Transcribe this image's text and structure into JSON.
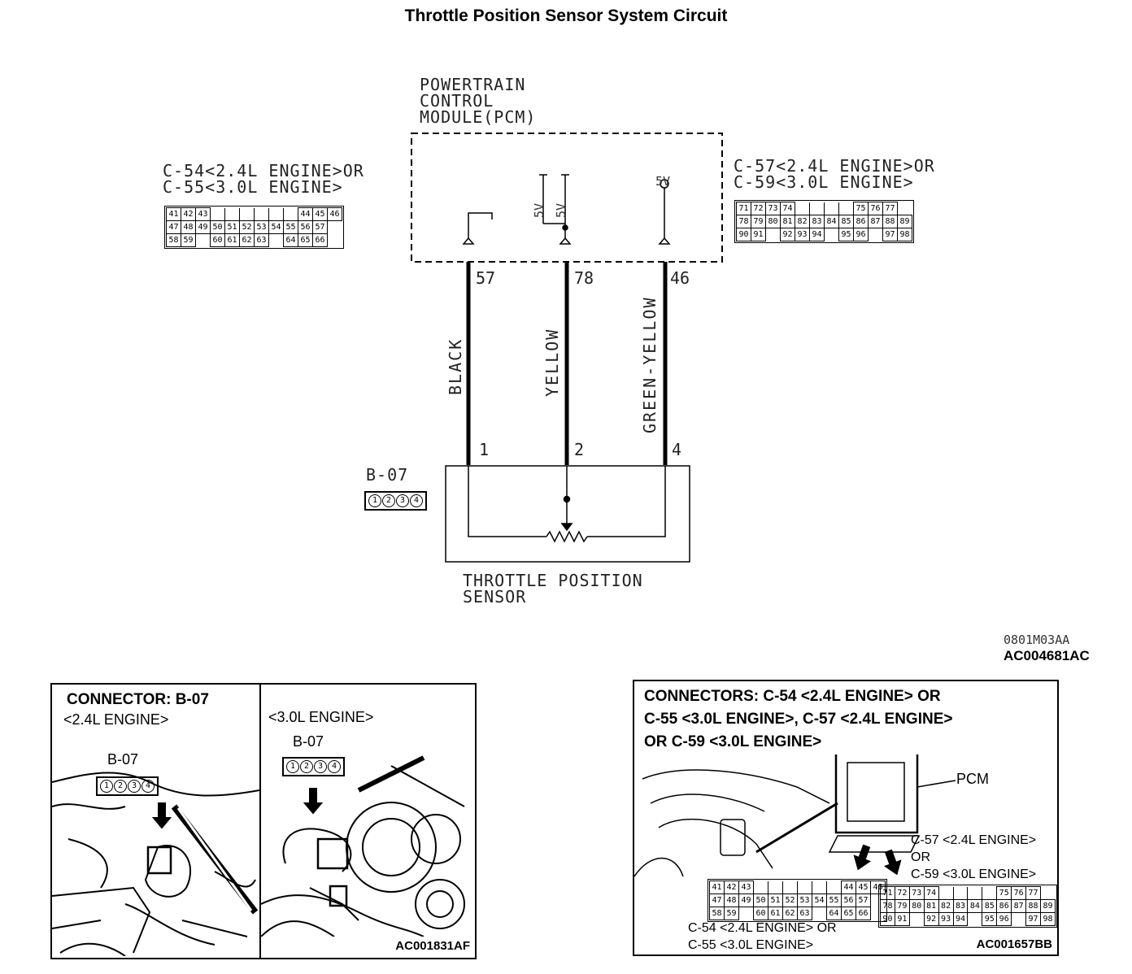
{
  "title": "Throttle Position Sensor System Circuit",
  "pcm": {
    "line1": "POWERTRAIN",
    "line2": "CONTROL",
    "line3": "MODULE(PCM)",
    "sym1": "5V",
    "sym2": "5V",
    "sym3": "5V"
  },
  "left_connector": {
    "line1": "C-54<2.4L ENGINE>OR",
    "line2": "C-55<3.0L ENGINE>"
  },
  "right_connector": {
    "line1": "C-57<2.4L ENGINE>OR",
    "line2": "C-59<3.0L ENGINE>"
  },
  "left_grid": [
    [
      "41",
      "42",
      "43",
      "",
      "",
      "",
      "",
      "",
      "",
      "44",
      "45",
      "46"
    ],
    [
      "47",
      "48",
      "49",
      "50",
      "51",
      "52",
      "53",
      "54",
      "55",
      "56",
      "57"
    ],
    [
      "58",
      "59",
      "",
      "60",
      "61",
      "62",
      "63",
      "",
      "64",
      "65",
      "66"
    ]
  ],
  "right_grid": [
    [
      "71",
      "72",
      "73",
      "74",
      "",
      "",
      "",
      "",
      "75",
      "76",
      "77"
    ],
    [
      "78",
      "79",
      "80",
      "81",
      "82",
      "83",
      "84",
      "85",
      "86",
      "87",
      "88",
      "89"
    ],
    [
      "90",
      "91",
      "",
      "92",
      "93",
      "94",
      "",
      "95",
      "96",
      "",
      "97",
      "98"
    ]
  ],
  "pins": {
    "pcm_a": "57",
    "pcm_b": "78",
    "pcm_c": "46",
    "sensor_a": "1",
    "sensor_b": "2",
    "sensor_c": "4"
  },
  "wires": {
    "a": "BLACK",
    "b": "YELLOW",
    "c": "GREEN-YELLOW"
  },
  "sensor": {
    "connector": "B-07",
    "line1": "THROTTLE POSITION",
    "line2": "SENSOR",
    "pins": [
      "1",
      "2",
      "3",
      "4"
    ]
  },
  "codes": {
    "c1": "0801M03AA",
    "c2": "AC004681AC"
  },
  "panel_left": {
    "title": "CONNECTOR: B-07",
    "left_sub": "<2.4L ENGINE>",
    "right_sub": "<3.0L ENGINE>",
    "conn_label_l": "B-07",
    "conn_label_r": "B-07",
    "code": "AC001831AF"
  },
  "panel_right": {
    "title1": "CONNECTORS: C-54 <2.4L ENGINE> OR",
    "title2": "C-55 <3.0L ENGINE>, C-57 <2.4L ENGINE>",
    "title3": "OR C-59 <3.0L ENGINE>",
    "pcm_label": "PCM",
    "c57": "C-57 <2.4L ENGINE>",
    "or": "OR",
    "c59": "C-59 <3.0L ENGINE>",
    "c54": "C-54 <2.4L ENGINE> OR",
    "c55": "C-55 <3.0L ENGINE>",
    "code": "AC001657BB"
  }
}
